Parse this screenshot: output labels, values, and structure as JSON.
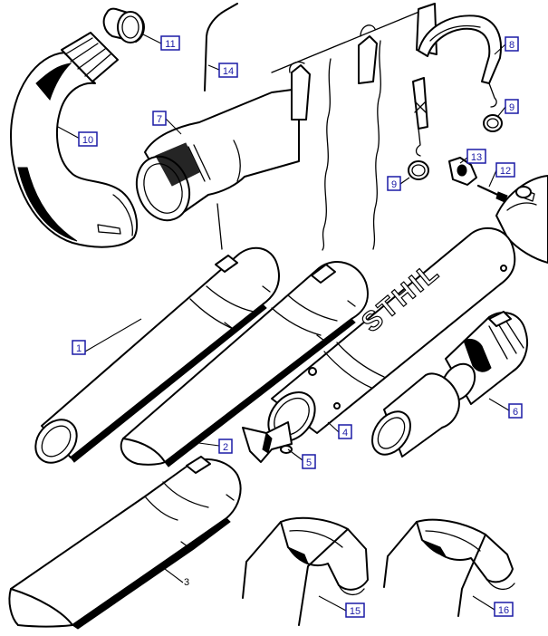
{
  "diagram": {
    "brand_mark": "STHIL",
    "callouts": [
      {
        "id": "c1",
        "label": "1",
        "boxed": true
      },
      {
        "id": "c2",
        "label": "2",
        "boxed": true
      },
      {
        "id": "c3",
        "label": "3",
        "boxed": false
      },
      {
        "id": "c4",
        "label": "4",
        "boxed": true
      },
      {
        "id": "c5",
        "label": "5",
        "boxed": true
      },
      {
        "id": "c6",
        "label": "6",
        "boxed": true
      },
      {
        "id": "c7",
        "label": "7",
        "boxed": true
      },
      {
        "id": "c8",
        "label": "8",
        "boxed": true
      },
      {
        "id": "c9a",
        "label": "9",
        "boxed": true
      },
      {
        "id": "c9b",
        "label": "9",
        "boxed": true
      },
      {
        "id": "c10",
        "label": "10",
        "boxed": true
      },
      {
        "id": "c11",
        "label": "11",
        "boxed": true
      },
      {
        "id": "c12",
        "label": "12",
        "boxed": true
      },
      {
        "id": "c13",
        "label": "13",
        "boxed": true
      },
      {
        "id": "c14",
        "label": "14",
        "boxed": true
      },
      {
        "id": "c15",
        "label": "15",
        "boxed": true
      },
      {
        "id": "c16",
        "label": "16",
        "boxed": true
      }
    ],
    "colors": {
      "line": "#000000",
      "callout": "#1a1aa6",
      "background": "#ffffff"
    }
  }
}
